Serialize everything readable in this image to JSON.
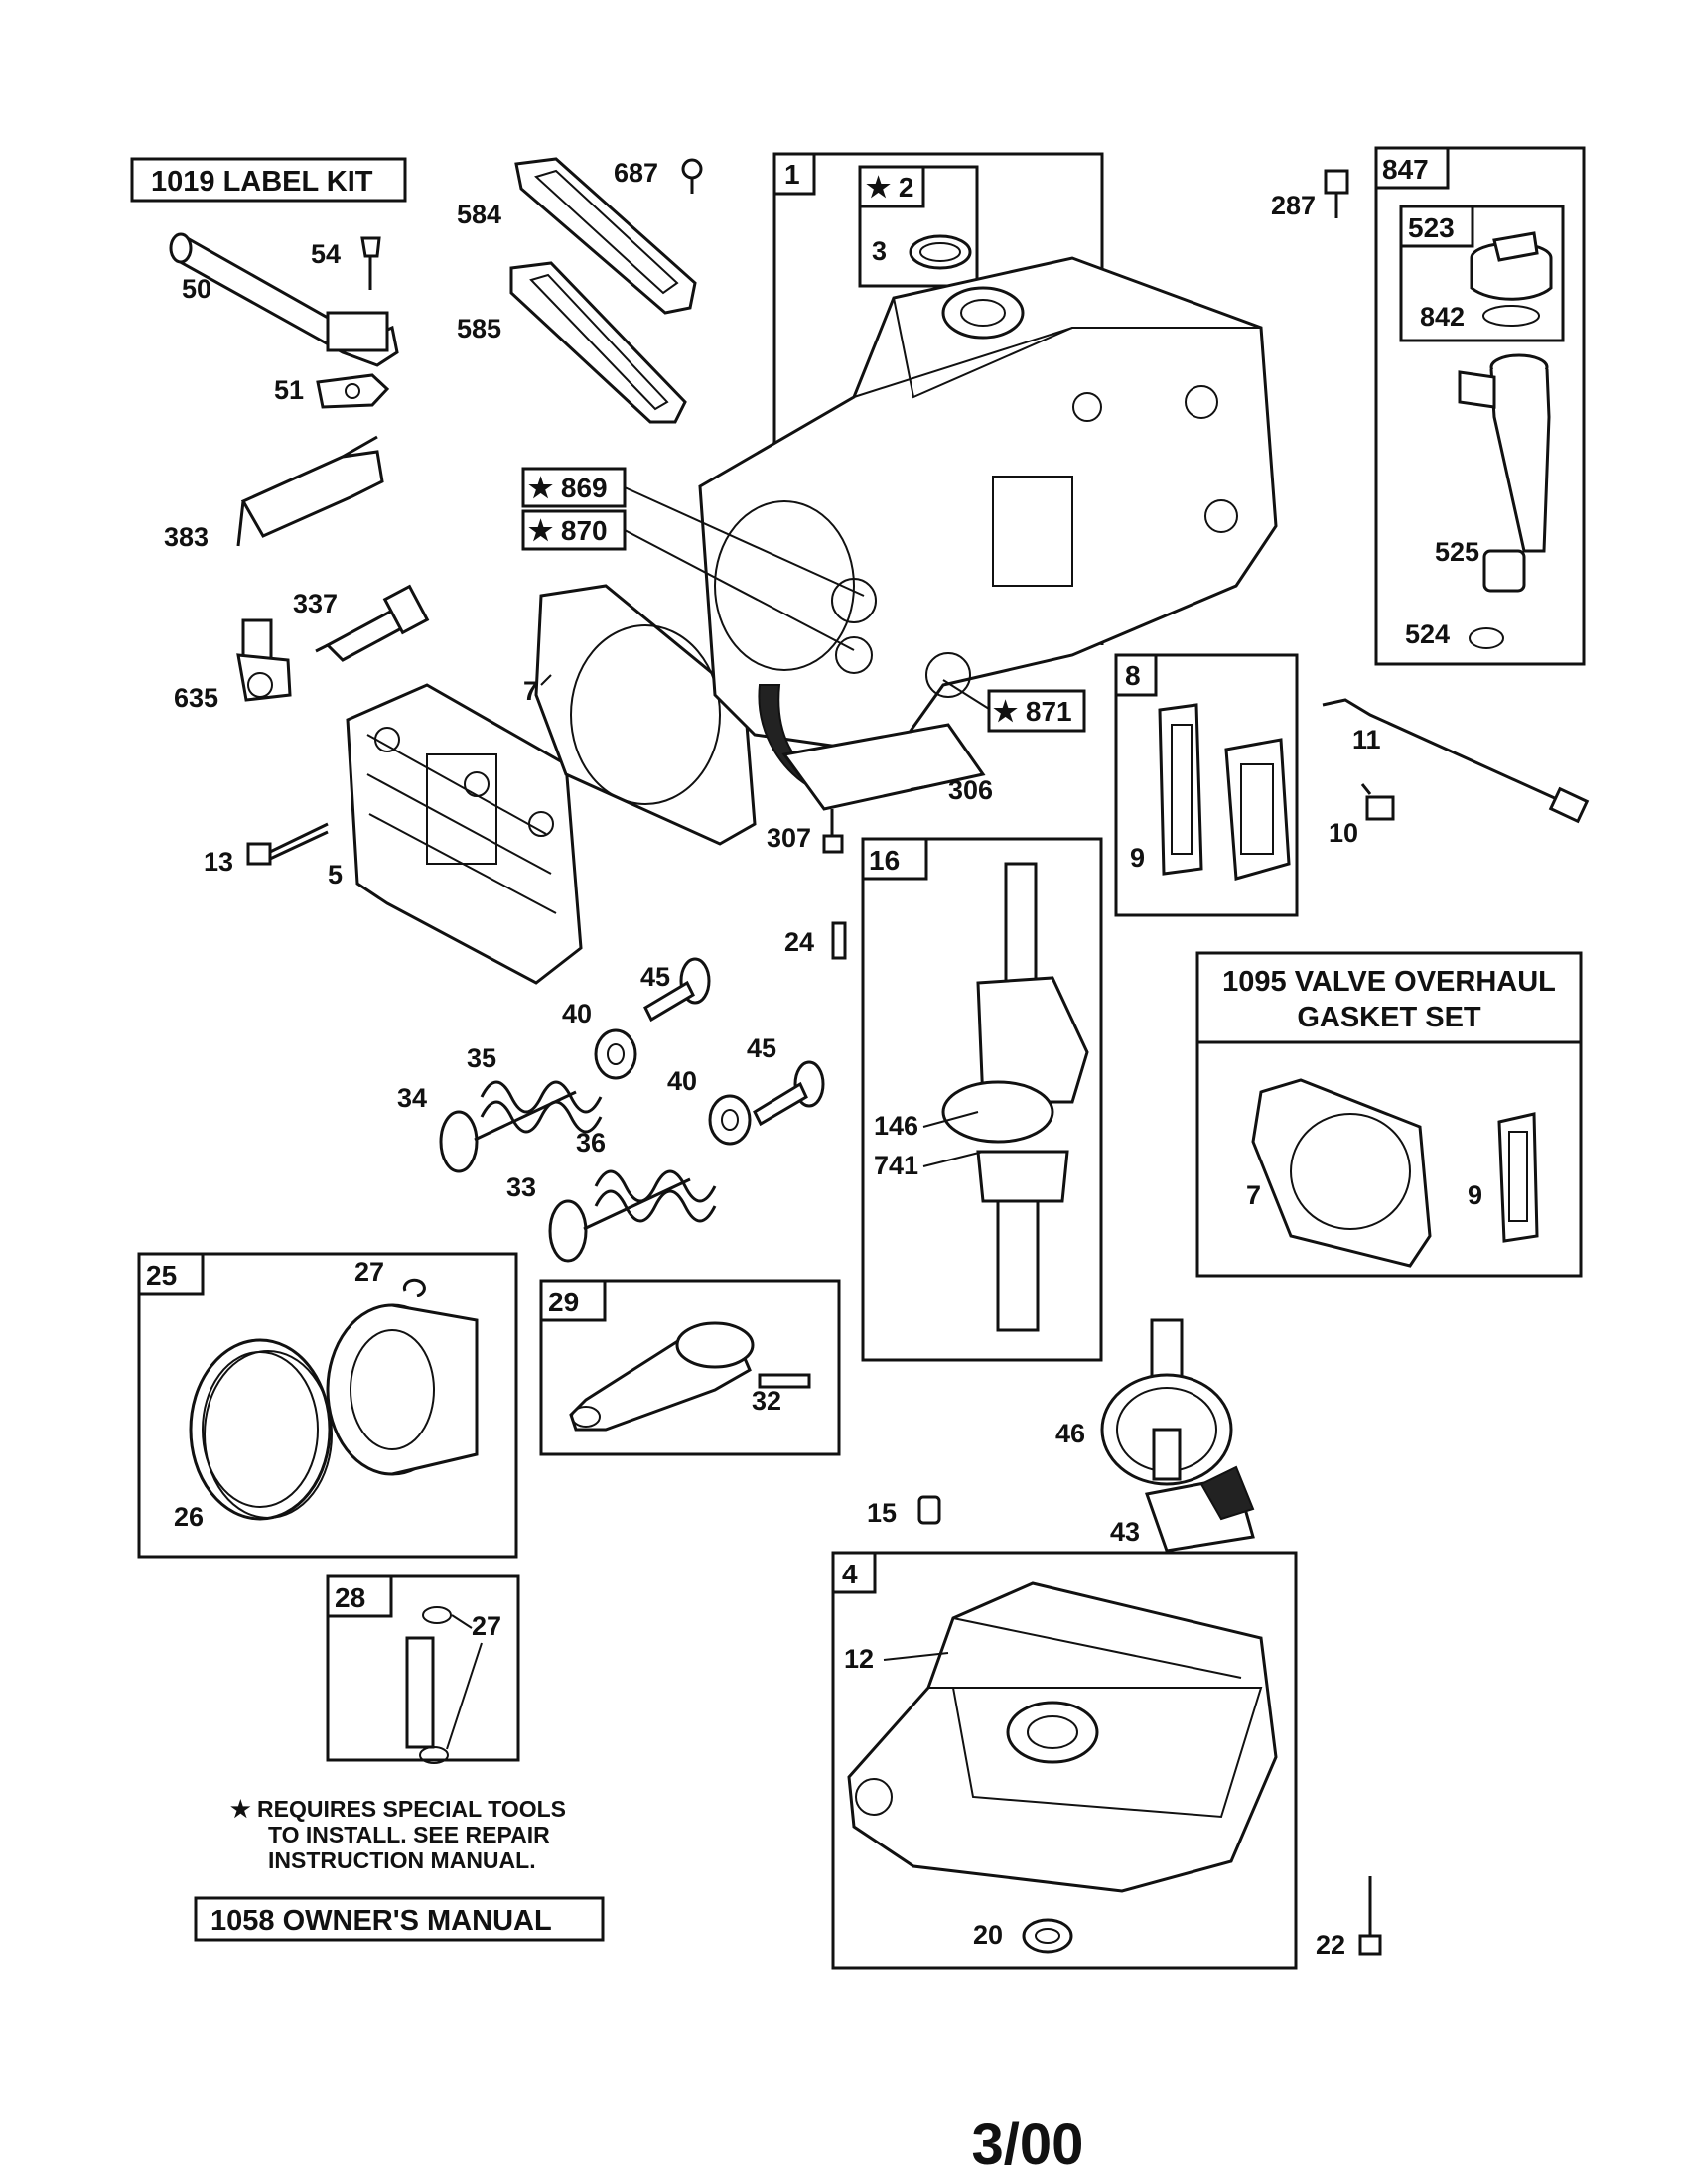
{
  "kits": {
    "label_kit": "1019 LABEL KIT",
    "owners_manual": "1058 OWNER'S MANUAL",
    "valve_overhaul_line1": "1095 VALVE OVERHAUL",
    "valve_overhaul_line2": "GASKET SET"
  },
  "boxes": {
    "b1": "1",
    "b2": "★ 2",
    "b847": "847",
    "b523": "523",
    "b8": "8",
    "b16": "16",
    "b25": "25",
    "b29": "29",
    "b28": "28",
    "b4": "4",
    "b869": "★ 869",
    "b870": "★ 870",
    "b871": "★ 871"
  },
  "callouts": {
    "c687": "687",
    "c584": "584",
    "c585": "585",
    "c54": "54",
    "c50": "50",
    "c51": "51",
    "c383": "383",
    "c337": "337",
    "c635": "635",
    "c3": "3",
    "c287": "287",
    "c842": "842",
    "c525": "525",
    "c524": "524",
    "c7a": "7",
    "c306": "306",
    "c307": "307",
    "c11": "11",
    "c10": "10",
    "c9a": "9",
    "c13": "13",
    "c5": "5",
    "c24": "24",
    "c45a": "45",
    "c40a": "40",
    "c45b": "45",
    "c40b": "40",
    "c35": "35",
    "c34": "34",
    "c36": "36",
    "c33": "33",
    "c146": "146",
    "c741": "741",
    "c7b": "7",
    "c9b": "9",
    "c27a": "27",
    "c26": "26",
    "c32": "32",
    "c27b": "27",
    "c46": "46",
    "c15": "15",
    "c43": "43",
    "c12": "12",
    "c20": "20",
    "c22": "22"
  },
  "note": {
    "line1": "★ REQUIRES SPECIAL TOOLS",
    "line2": "TO INSTALL.  SEE REPAIR",
    "line3": "INSTRUCTION MANUAL."
  },
  "footer": {
    "date": "3/00"
  }
}
